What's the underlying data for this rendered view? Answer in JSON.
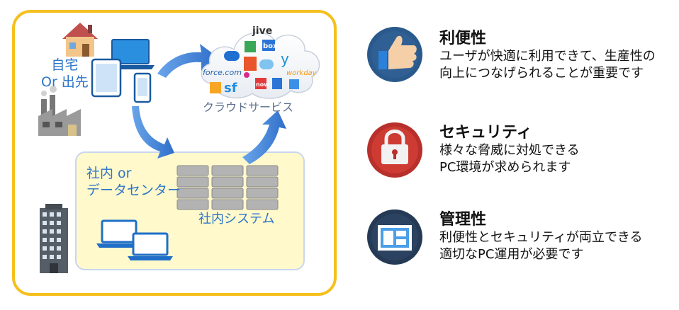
{
  "diagram": {
    "home_label": [
      "自宅",
      "Or 出先"
    ],
    "office_label": [
      "社内 or",
      "データセンター"
    ],
    "internal_system_label": "社内システム",
    "cloud_label": "クラウドサービス",
    "cloud_apps": [
      "jive",
      "box",
      "force.com",
      "workday",
      "sf",
      "now"
    ]
  },
  "features": [
    {
      "title": "利便性",
      "desc": [
        "ユーザが快適に利用できて、生産性の",
        "向上につなげられることが重要です"
      ],
      "icon": "thumbs-up-icon",
      "color": "#2a5a8c"
    },
    {
      "title": "セキュリティ",
      "desc": [
        "様々な脅威に対処できる",
        "PC環境が求められます"
      ],
      "icon": "padlock-icon",
      "color": "#c8332e"
    },
    {
      "title": "管理性",
      "desc": [
        "利便性とセキュリティが両立できる",
        "適切なPC運用が必要です"
      ],
      "icon": "dashboard-icon",
      "color": "#2b4260"
    }
  ],
  "colors": {
    "frame": "#f5c01e",
    "office_bg": "#fff9cc",
    "arrow": "#3f7fd6",
    "label_blue": "#2e75c9"
  }
}
